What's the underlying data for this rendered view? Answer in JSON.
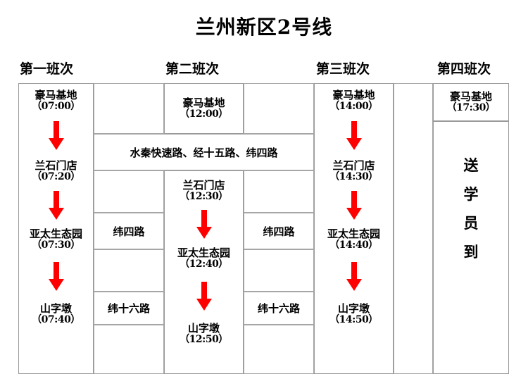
{
  "title": "兰州新区2号线",
  "headers": [
    {
      "label": "第一班次"
    },
    {
      "label": "第二班次"
    },
    {
      "label": "第三班次"
    },
    {
      "label": "第四班次"
    }
  ],
  "arrow_color": "#FF0000",
  "border_color": "#A6A6A6",
  "trips": [
    {
      "name": "第一班次",
      "stops": [
        {
          "station": "豪马基地",
          "time": "（07:00）"
        },
        {
          "station": "兰石门店",
          "time": "（07:20）"
        },
        {
          "station": "亚太生态园",
          "time": "（07:30）"
        },
        {
          "station": "山字墩",
          "time": "（07:40）"
        }
      ]
    },
    {
      "name": "第二班次",
      "stops": [
        {
          "station": "豪马基地",
          "time": "（12:00）"
        },
        {
          "station": "兰石门店",
          "time": "（12:30）"
        },
        {
          "station": "亚太生态园",
          "time": "（12:40）"
        },
        {
          "station": "山字墩",
          "time": "（12:50）"
        }
      ]
    },
    {
      "name": "第三班次",
      "stops": [
        {
          "station": "豪马基地",
          "time": "（14:00）"
        },
        {
          "station": "兰石门店",
          "time": "（14:30）"
        },
        {
          "station": "亚太生态园",
          "time": "（14:40）"
        },
        {
          "station": "山字墩",
          "time": "（14:50）"
        }
      ]
    },
    {
      "name": "第四班次",
      "stops": [
        {
          "station": "豪马基地",
          "time": "（17:30）"
        }
      ],
      "note_vertical": [
        "送",
        "学",
        "员",
        "到"
      ]
    }
  ],
  "routes": {
    "merged_main": "水秦快速路、经十五路、纬四路",
    "col_a": {
      "r1": "纬四路",
      "r2": "纬十六路"
    },
    "col_b": {
      "r1": "纬四路",
      "r2": "纬十六路"
    }
  }
}
